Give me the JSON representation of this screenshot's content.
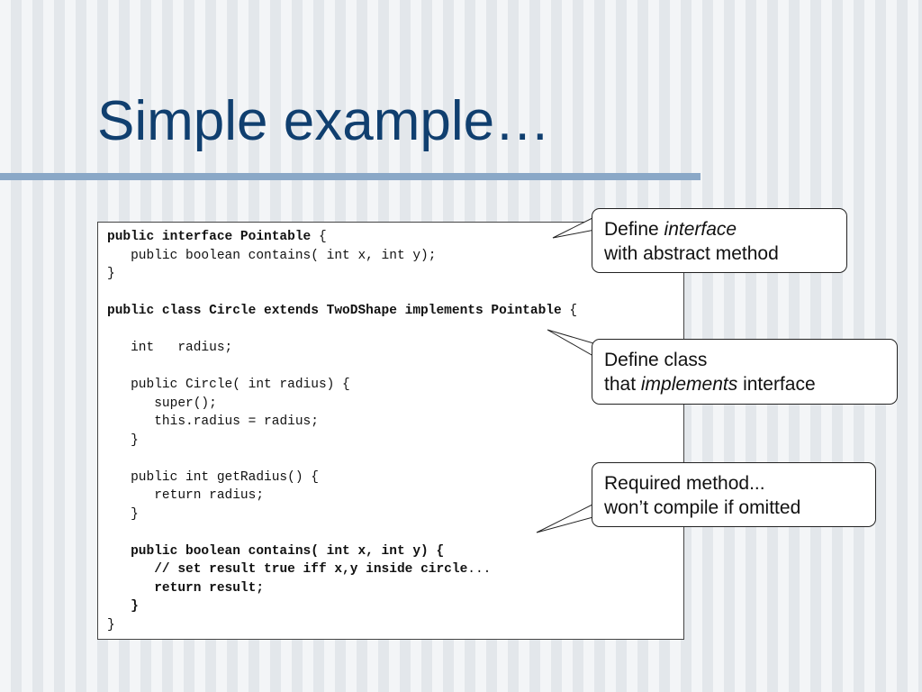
{
  "slide": {
    "title": "Simple example…"
  },
  "code": {
    "lines": [
      {
        "indent": "",
        "bold": "public interface Pointable",
        "normal": " {"
      },
      {
        "indent": "   ",
        "bold": "",
        "normal": "public boolean contains( int x, int y);"
      },
      {
        "indent": "",
        "bold": "",
        "normal": "}"
      },
      {
        "indent": "",
        "bold": "",
        "normal": ""
      },
      {
        "indent": "",
        "bold": "public class Circle extends TwoDShape implements Pointable",
        "normal": " {"
      },
      {
        "indent": "",
        "bold": "",
        "normal": ""
      },
      {
        "indent": "   ",
        "bold": "",
        "normal": "int   radius;"
      },
      {
        "indent": "",
        "bold": "",
        "normal": ""
      },
      {
        "indent": "   ",
        "bold": "",
        "normal": "public Circle( int radius) {"
      },
      {
        "indent": "      ",
        "bold": "",
        "normal": "super();"
      },
      {
        "indent": "      ",
        "bold": "",
        "normal": "this.radius = radius;"
      },
      {
        "indent": "   ",
        "bold": "",
        "normal": "}"
      },
      {
        "indent": "",
        "bold": "",
        "normal": ""
      },
      {
        "indent": "   ",
        "bold": "",
        "normal": "public int getRadius() {"
      },
      {
        "indent": "      ",
        "bold": "",
        "normal": "return radius;"
      },
      {
        "indent": "   ",
        "bold": "",
        "normal": "}"
      },
      {
        "indent": "",
        "bold": "",
        "normal": ""
      },
      {
        "indent": "   ",
        "bold": "public boolean contains( int x, int y) {",
        "normal": ""
      },
      {
        "indent": "      ",
        "bold": "// set result true iff x,y inside circle",
        "normal": "..."
      },
      {
        "indent": "      ",
        "bold": "return result;",
        "normal": ""
      },
      {
        "indent": "   ",
        "bold": "}",
        "normal": ""
      },
      {
        "indent": "",
        "bold": "",
        "normal": "}"
      }
    ]
  },
  "callouts": {
    "interface": {
      "line1_prefix": "Define ",
      "line1_em": "interface",
      "line2": "with abstract method"
    },
    "implements": {
      "line1": "Define class",
      "line2_prefix": "that ",
      "line2_em": "implements",
      "line2_suffix": " interface"
    },
    "required": {
      "line1": "Required method...",
      "line2": "won’t compile if omitted"
    }
  },
  "colors": {
    "title": "#103f6f",
    "rule": "#8aa8c7"
  }
}
